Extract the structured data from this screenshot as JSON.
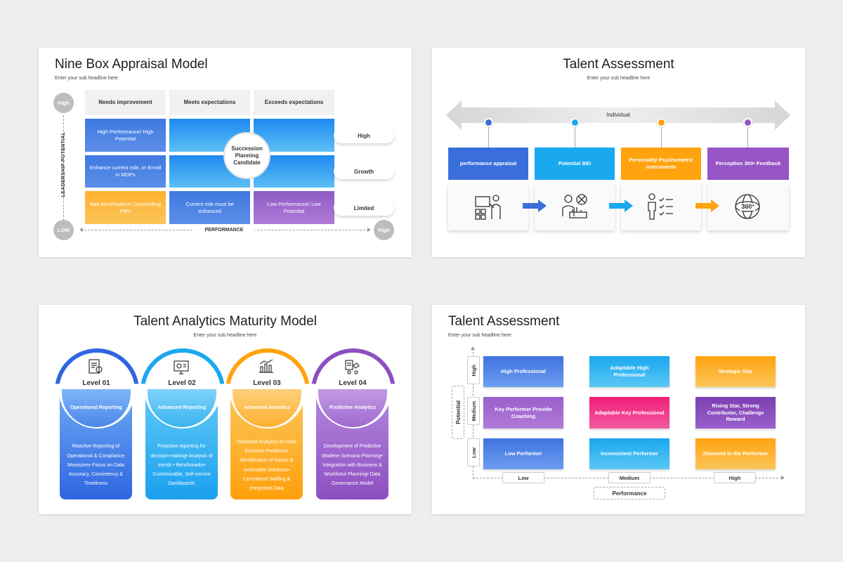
{
  "s1": {
    "title": "Nine Box Appraisal Model",
    "sub": "Enter your sub headline here",
    "headers": [
      "Needs improvement",
      "Meets expectations",
      "Exceeds expectations"
    ],
    "cells": {
      "r1c1": "High Performance/ High Potential",
      "r2c1": "Enhance current role, or Enroll in MDPs",
      "r3c1": "Bad hire/Replace/ Counselling PIPs",
      "r3c2": "Current role must be enhanced",
      "r3c3": "Low Performance/ Low Potential"
    },
    "center": "Succession Planning Candidate",
    "rows": [
      "High",
      "Growth",
      "Limited"
    ],
    "y_high": "High",
    "y_low": "LOW",
    "y_axis": "LEADERSHIP POTENTIAL",
    "x_axis": "PERFORMANCE",
    "x_high": "High"
  },
  "s2": {
    "title": "Talent Assessment",
    "sub": "Enter your sub headline here",
    "banner": "Individual",
    "boxes": [
      "performance appraisal",
      "Potential BEI",
      "Personality Psychometric instruments",
      "Perception 360• Feedback"
    ],
    "icons": [
      "appraisal-board-icon",
      "analyst-chart-icon",
      "checklist-person-icon",
      "globe-360-icon"
    ],
    "icon_text": "360°",
    "colors": [
      "#3a6fdb",
      "#1aa8ef",
      "#ffa30f",
      "#9654c4"
    ]
  },
  "s3": {
    "title": "Talent Analytics Maturity Model",
    "sub": "Enter your sub headline here",
    "levels": [
      {
        "label": "Level 01",
        "name": "Operational Reporting",
        "text": "Reactive Reporting of Operational & Compliance Measures• Focus on Data Accuracy, Consistency & Timeliness",
        "icon": "report-document-icon"
      },
      {
        "label": "Level 02",
        "name": "Advanced Reporting",
        "text": "Proactive reporting for decision-making• Analysis of trends • Benchmarks• Customizable, Self-service Dashboards",
        "icon": "dashboard-screen-icon"
      },
      {
        "label": "Level 03",
        "name": "Advanced Analytics",
        "text": "Statistical Analytics to solve Business Problems• Identification of Issues & Actionable Solutions• Centralized Staffing & Integrated Data",
        "icon": "analytics-chart-icon"
      },
      {
        "label": "Level 04",
        "name": "Predictive Analytics",
        "text": "Development of Predictive Models• Scenario Planning• Integration with Business & Workforce Planning• Data Governance Model",
        "icon": "predictive-model-icon"
      }
    ]
  },
  "s4": {
    "title": "Talent Assessment",
    "sub": "Enter your sub headline here",
    "grid": [
      [
        "High Professional",
        "Adaptable High Professional",
        "Strategic Star"
      ],
      [
        "Key Performer Provide Coaching",
        "Adaptable Key Professional",
        "Rising Star, Strong Contributor, Challenge Reward"
      ],
      [
        "Low Performer",
        "Inconsistent Performer",
        "Diamond in the Performer"
      ]
    ],
    "y_labels": [
      "High",
      "Medium",
      "Low"
    ],
    "y_axis": "Potential",
    "x_labels": [
      "Low",
      "Medium",
      "High"
    ],
    "x_axis": "Performance"
  }
}
